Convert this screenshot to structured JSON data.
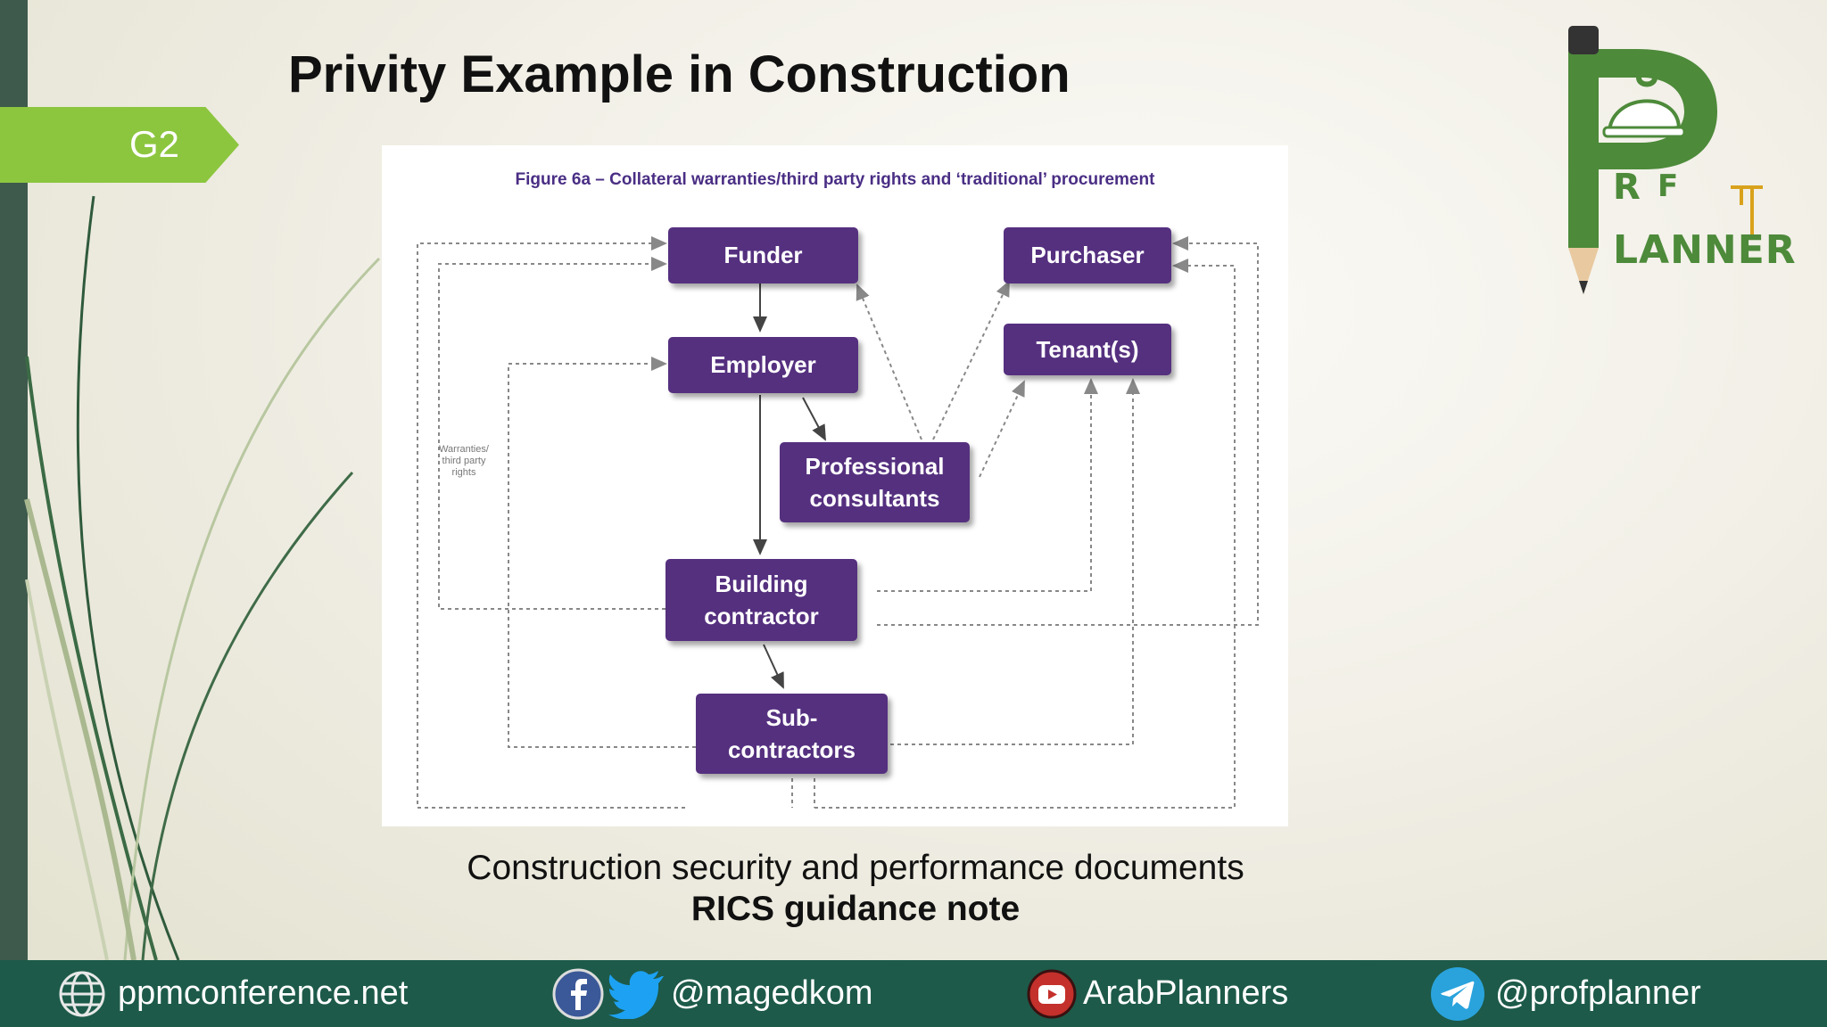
{
  "slide": {
    "title": "Privity Example in Construction",
    "tag": "G2",
    "caption_line1": "Construction security and performance documents",
    "caption_line2": "RICS guidance note"
  },
  "figure": {
    "title": "Figure 6a – Collateral warranties/third party rights and ‘traditional’ procurement",
    "nodes": {
      "funder": "Funder",
      "purchaser": "Purchaser",
      "employer": "Employer",
      "tenants": "Tenant(s)",
      "consultants": "Professional\nconsultants",
      "contractor": "Building\ncontractor",
      "subcontractors": "Sub-\ncontractors"
    },
    "side_label": "Warranties/\nthird party\nrights"
  },
  "logo": {
    "letter_r": "R",
    "letter_f": "F",
    "word": "LANNER"
  },
  "footer": {
    "website": "ppmconference.net",
    "twitter": "@magedkom",
    "youtube": "ArabPlanners",
    "telegram": "@profplanner"
  },
  "colors": {
    "accent_green": "#8cc63f",
    "footer_teal": "#1d5a49",
    "box_purple": "#55307f",
    "logo_green": "#4d8a3a"
  }
}
